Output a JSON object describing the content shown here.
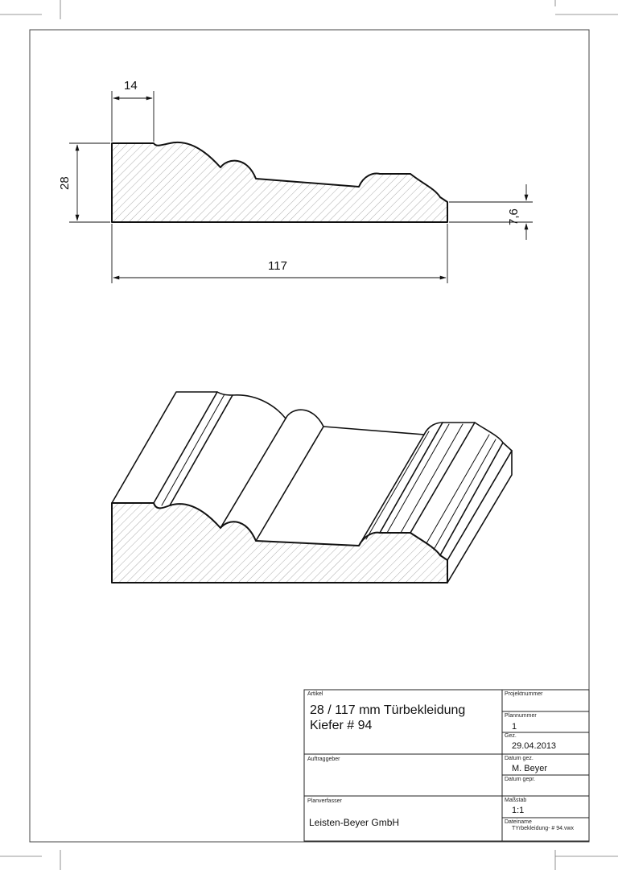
{
  "dimensions": {
    "width_top": "14",
    "height": "28",
    "edge_height": "7,6",
    "total_width": "117"
  },
  "title_block": {
    "artikel_label": "Artikel",
    "artikel_line1": "28 / 117 mm Türbekleidung",
    "artikel_line2": "Kiefer # 94",
    "projektnummer_label": "Projektnummer",
    "plannummer_label": "Plannummer",
    "plannummer_value": "1",
    "gez_label": "Gez.",
    "gez_value": "29.04.2013",
    "auftraggeber_label": "Auftraggeber",
    "datum_gez_label": "Datum gez.",
    "datum_gez_value": "M. Beyer",
    "datum_gepr_label": "Datum gepr.",
    "planverfasser_label": "Planverfasser",
    "planverfasser_value": "Leisten-Beyer GmbH",
    "massstab_label": "Maßstab",
    "massstab_value": "1:1",
    "dateiname_label": "Dateiname",
    "dateiname_value": "TYrbekleidung- # 94.vwx"
  }
}
